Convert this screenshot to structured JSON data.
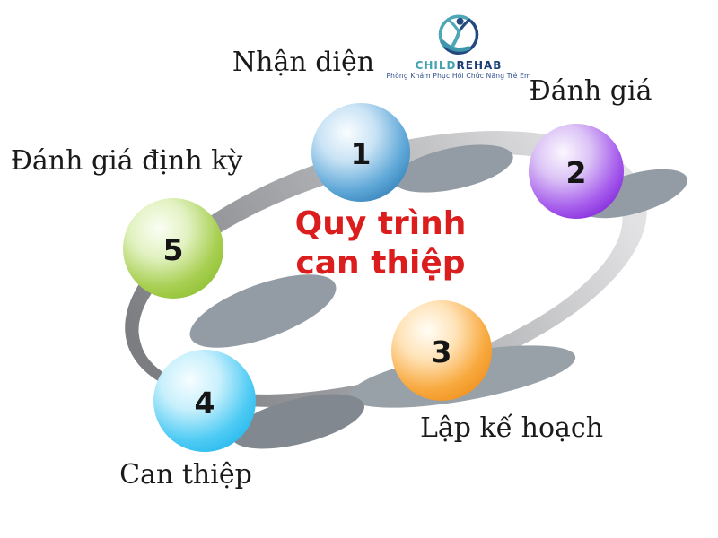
{
  "logo": {
    "brand_primary": "CHILD",
    "brand_secondary": "REHAB",
    "brand_primary_color": "#45A3B2",
    "brand_secondary_color": "#1C3E74",
    "tagline": "Phòng Khám Phục Hồi Chức Năng Trẻ Em"
  },
  "title": {
    "line1": "Quy trình",
    "line2": "can thiệp",
    "color": "#DC1D1D"
  },
  "steps": [
    {
      "number": "1",
      "label": "Nhận diện",
      "colors": {
        "highlight": "#FAFDFF",
        "light": "#C9E3F5",
        "mid": "#5FA8D8",
        "edge": "#2F7CB4"
      }
    },
    {
      "number": "2",
      "label": "Đánh giá",
      "colors": {
        "highlight": "#FBF7FF",
        "light": "#DCC4F6",
        "mid": "#A65CEC",
        "edge": "#7E22D8"
      }
    },
    {
      "number": "3",
      "label": "Lập kế hoạch",
      "colors": {
        "highlight": "#FFFDF6",
        "light": "#FFE3B8",
        "mid": "#F8A93E",
        "edge": "#EF8E1A"
      }
    },
    {
      "number": "4",
      "label": "Can thiệp",
      "colors": {
        "highlight": "#F6FDFF",
        "light": "#C8F0FC",
        "mid": "#4FCBF4",
        "edge": "#1FB6EC"
      }
    },
    {
      "number": "5",
      "label": "Đánh giá định kỳ",
      "colors": {
        "highlight": "#FBFEF4",
        "light": "#E2F2C2",
        "mid": "#A8CF52",
        "edge": "#8BBF2E"
      }
    }
  ],
  "ring_colors": {
    "light": "#E2E2E4",
    "mid": "#ADAEB1",
    "dark": "#7B7D81"
  }
}
